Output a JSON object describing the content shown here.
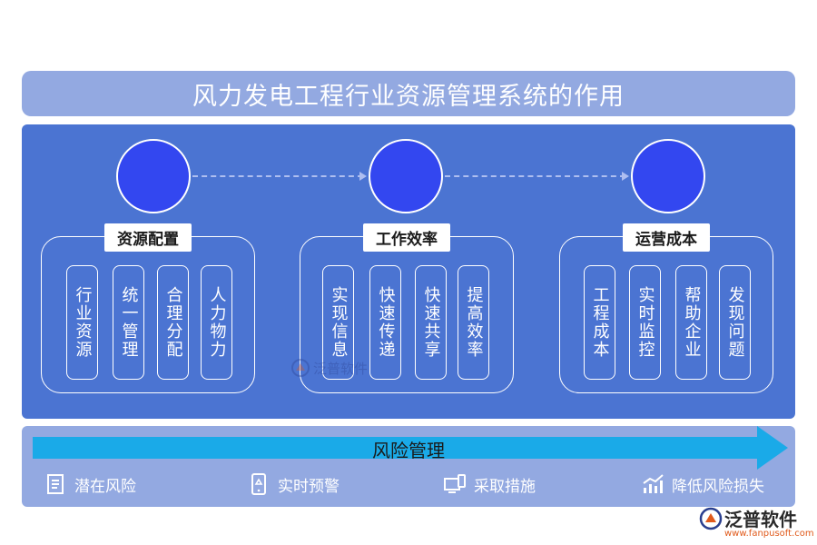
{
  "title": "风力发电工程行业资源管理系统的作用",
  "groups": [
    {
      "label": "资源配置",
      "items": [
        "行业资源",
        "统一管理",
        "合理分配",
        "人力物力"
      ]
    },
    {
      "label": "工作效率",
      "items": [
        "实现信息",
        "快速传递",
        "快速共享",
        "提高效率"
      ]
    },
    {
      "label": "运营成本",
      "items": [
        "工程成本",
        "实时监控",
        "帮助企业",
        "发现问题"
      ]
    }
  ],
  "risk": {
    "label": "风险管理",
    "items": [
      {
        "label": "潜在风险",
        "icon": "document-icon"
      },
      {
        "label": "实时预警",
        "icon": "phone-alert-icon"
      },
      {
        "label": "采取措施",
        "icon": "devices-icon"
      },
      {
        "label": "降低风险损失",
        "icon": "chart-trend-icon"
      }
    ]
  },
  "watermark": {
    "text": "泛普软件"
  },
  "logo": {
    "text": "泛普软件",
    "url": "www.fanpusoft.com"
  },
  "colors": {
    "title_bar": "#93a9e1",
    "panel": "#4b74d2",
    "circle": "#3347f0",
    "arrow": "#1aaae8"
  }
}
